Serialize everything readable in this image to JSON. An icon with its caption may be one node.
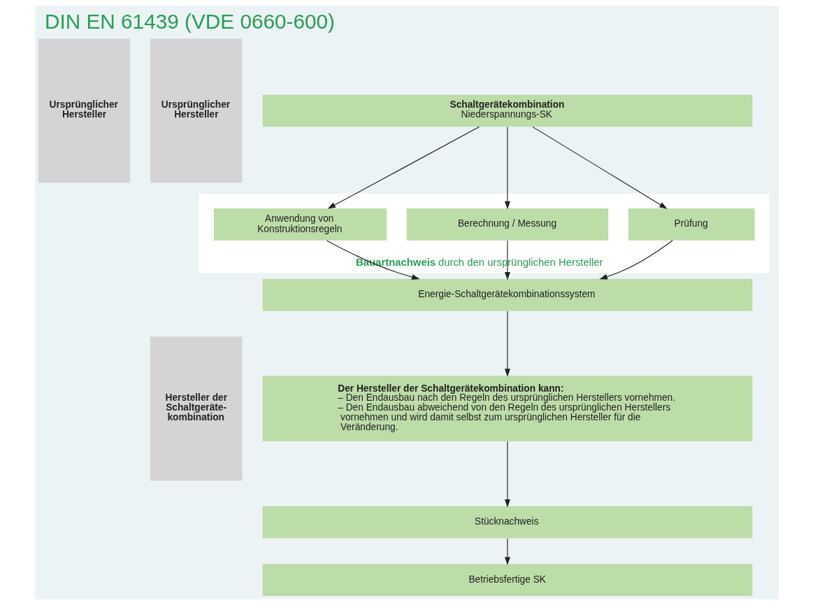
{
  "diagram": {
    "title": "DIN EN 61439 (VDE 0660-600)",
    "nodes": [
      {
        "text": [
          "Ursprünglicher Hersteller"
        ]
      },
      {
        "text": [
          "Ursprünglicher Hersteller"
        ]
      },
      {
        "text": [
          "Hersteller der Schaltgeräte- kombination"
        ]
      },
      {
        "text": [
          "Schaltgerätekombination",
          "Niederspannungs-SK"
        ]
      },
      {
        "text": [
          "**Bauartnachweis** durch den ursprünglichen Hersteller"
        ]
      },
      {
        "text": [
          "Prüfung"
        ],
        "in": 4
      },
      {
        "text": [
          "Berechnung / Messung"
        ],
        "in": 4
      },
      {
        "text": [
          "Anwendung von Konstruktionsregeln"
        ],
        "in": 4
      },
      {
        "text": [
          "Energie-Schaltgerätekombinationssystem"
        ]
      },
      {
        "text": [
          "Der Hersteller der Schaltgerätekombination kann:",
          "– Den Endausbau nach den Regeln des ursprünglichen Herstellers vornehmen.",
          "– Den Endausbau abweichend von den Regeln des ursprünglichen Herstellers vornehmen und wird damit selbst zum ursprünglichen Hersteller für die Veränderung."
        ]
      },
      {
        "text": [
          "Stücknachweis"
        ]
      },
      {
        "text": [
          "Betriebsfertige SK"
        ]
      }
    ],
    "edges": [
      {
        "from": 3,
        "to": 5,
        "arrow": "to"
      },
      {
        "from": 3,
        "to": 6,
        "arrow": "to"
      },
      {
        "from": 3,
        "to": 7,
        "arrow": "to"
      },
      {
        "from": 5,
        "to": 8,
        "arrow": "to"
      },
      {
        "from": 6,
        "to": 8,
        "arrow": "to"
      },
      {
        "from": 7,
        "to": 8,
        "arrow": "to"
      },
      {
        "from": 8,
        "to": 9,
        "arrow": "to"
      },
      {
        "from": 9,
        "to": 10,
        "arrow": "to"
      },
      {
        "from": 10,
        "to": 11,
        "arrow": "to"
      }
    ]
  }
}
